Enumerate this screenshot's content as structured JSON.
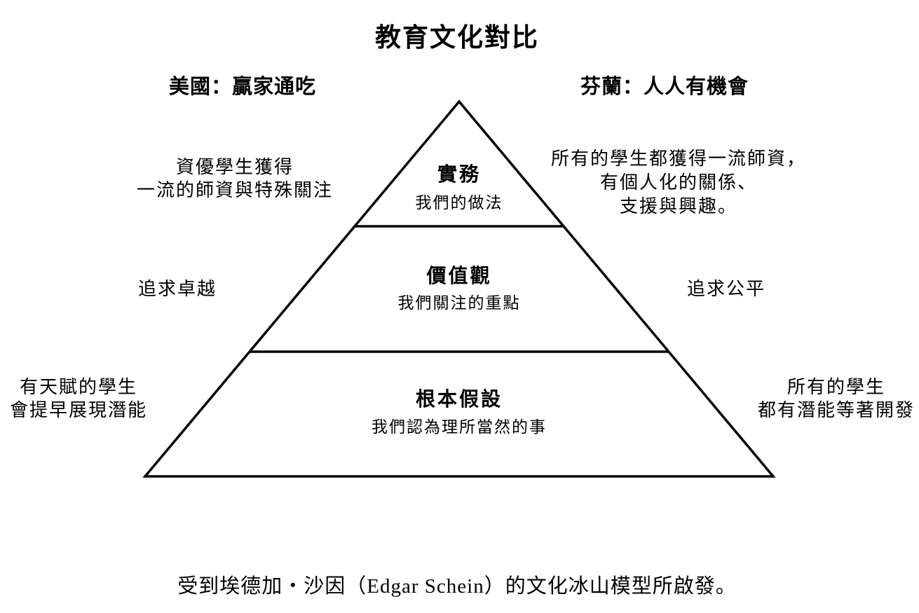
{
  "title": "教育文化對比",
  "headers": {
    "left": "美國：贏家通吃",
    "right": "芬蘭：人人有機會"
  },
  "pyramid": {
    "layers": [
      {
        "title": "實務",
        "subtitle": "我們的做法"
      },
      {
        "title": "價值觀",
        "subtitle": "我們關注的重點"
      },
      {
        "title": "根本假設",
        "subtitle": "我們認為理所當然的事"
      }
    ]
  },
  "annotations": {
    "left": [
      {
        "lines": [
          "資優學生獲得",
          "一流的師資與特殊關注"
        ]
      },
      {
        "lines": [
          "追求卓越"
        ]
      },
      {
        "lines": [
          "有天賦的學生",
          "會提早展現潛能"
        ]
      }
    ],
    "right": [
      {
        "lines": [
          "所有的學生都獲得一流師資，",
          "有個人化的關係、",
          "支援與興趣。"
        ]
      },
      {
        "lines": [
          "追求公平"
        ]
      },
      {
        "lines": [
          "所有的學生",
          "都有潛能等著開發"
        ]
      }
    ]
  },
  "footer": "受到埃德加・沙因（Edgar Schein）的文化冰山模型所啟發。",
  "colors": {
    "line": "#000000",
    "text": "#000000",
    "background": "#ffffff"
  }
}
